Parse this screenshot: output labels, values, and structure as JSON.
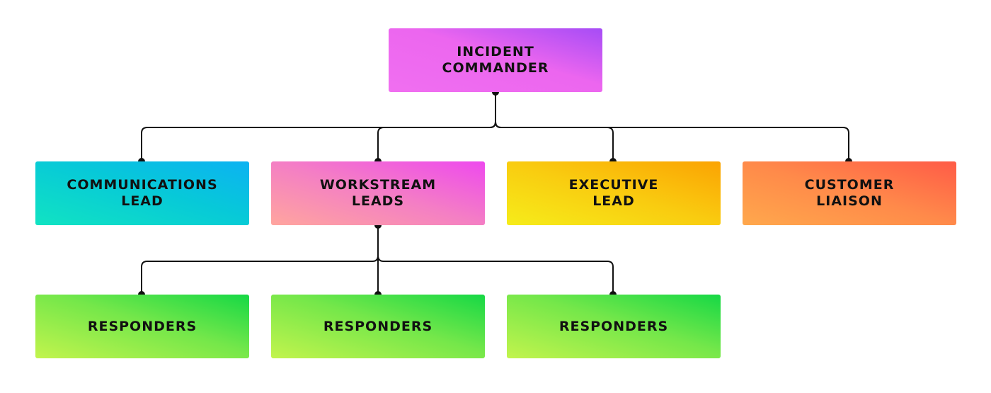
{
  "org_chart": {
    "commander": {
      "label": "INCIDENT\nCOMMANDER"
    },
    "level_two": [
      {
        "label": "COMMUNICATIONS\nLEAD"
      },
      {
        "label": "WORKSTREAM\nLEADS"
      },
      {
        "label": "EXECUTIVE\nLEAD"
      },
      {
        "label": "CUSTOMER\nLIAISON"
      }
    ],
    "level_three": [
      {
        "label": "RESPONDERS"
      },
      {
        "label": "RESPONDERS"
      },
      {
        "label": "RESPONDERS"
      }
    ]
  }
}
